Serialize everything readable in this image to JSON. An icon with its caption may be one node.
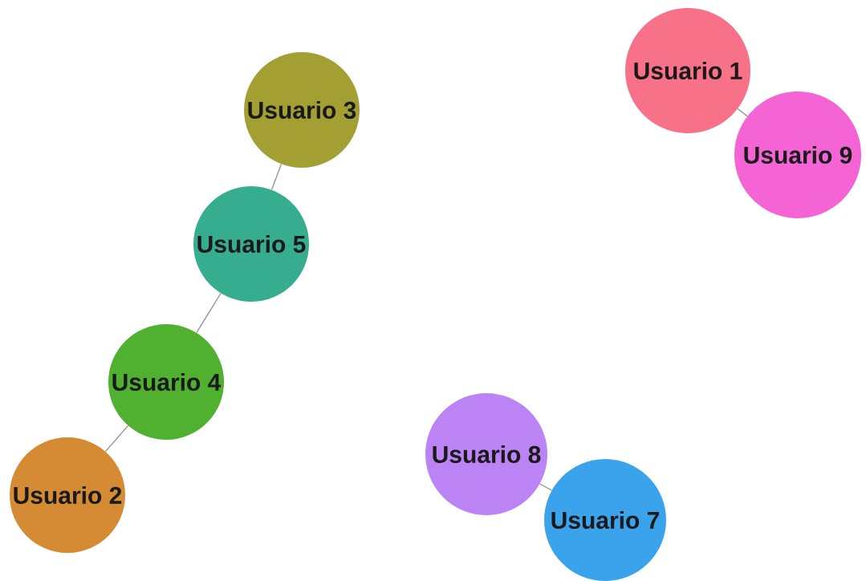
{
  "diagram": {
    "nodes": [
      {
        "text": [
          "Usuario 1"
        ]
      },
      {
        "text": [
          "Usuario 3"
        ]
      },
      {
        "text": [
          "Usuario 9"
        ]
      },
      {
        "text": [
          "Usuario 5"
        ]
      },
      {
        "text": [
          "Usuario 4"
        ]
      },
      {
        "text": [
          "Usuario 8"
        ]
      },
      {
        "text": [
          "Usuario 2"
        ]
      },
      {
        "text": [
          "Usuario 7"
        ]
      }
    ],
    "edges": [
      {
        "from": 0,
        "to": 2,
        "arrow": "none"
      },
      {
        "from": 1,
        "to": 3,
        "arrow": "none"
      },
      {
        "from": 3,
        "to": 4,
        "arrow": "none"
      },
      {
        "from": 4,
        "to": 6,
        "arrow": "none"
      },
      {
        "from": 5,
        "to": 7,
        "arrow": "none"
      }
    ]
  }
}
